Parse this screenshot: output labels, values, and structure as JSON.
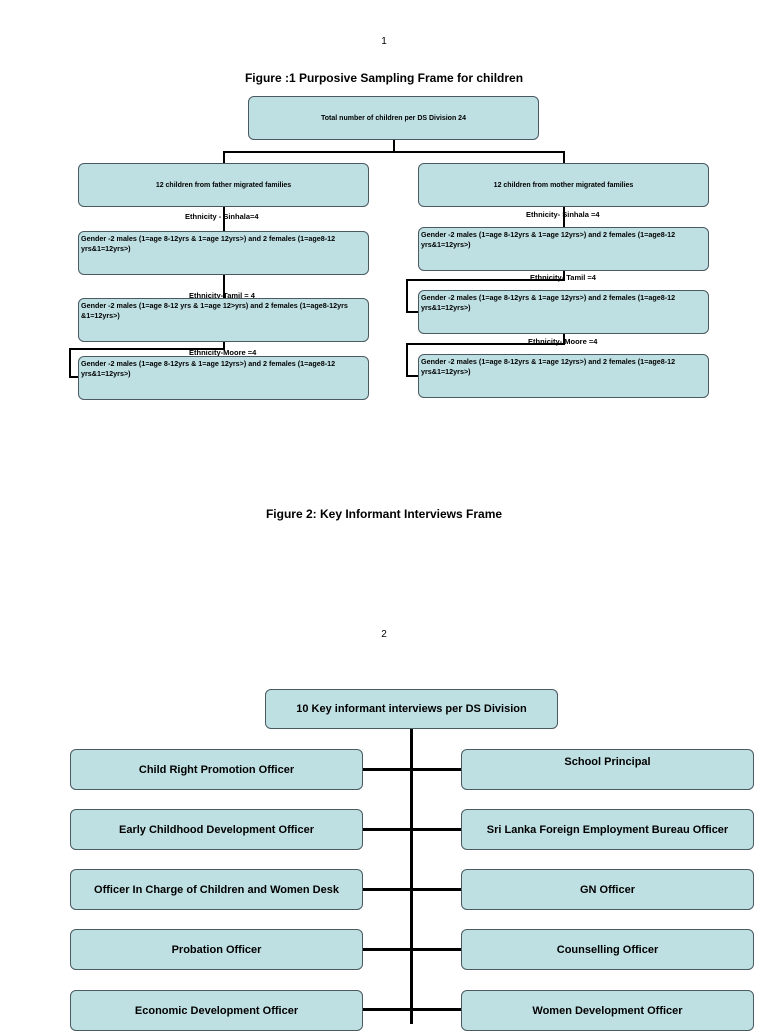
{
  "page1": {
    "number": "1",
    "figure_title": "Figure :1 Purposive Sampling Frame for children",
    "root": "Total number of children per DS Division 24",
    "left": {
      "head": "12 children from father migrated families",
      "groups": [
        {
          "ethnicity": "Ethnicity - Sinhala=4",
          "gender": "Gender -2 males (1=age 8-12yrs & 1=age 12yrs>) and 2 females (1=age8-12 yrs&1=12yrs>)"
        },
        {
          "ethnicity": "Ethnicity-Tamil = 4",
          "gender": "Gender -2 males (1=age 8-12 yrs & 1=age 12>yrs) and 2 females (1=age8-12yrs &1=12yrs>)"
        },
        {
          "ethnicity": "Ethnicity-Moore =4",
          "gender": "Gender -2 males (1=age 8-12yrs & 1=age 12yrs>) and 2 females (1=age8-12 yrs&1=12yrs>)"
        }
      ]
    },
    "right": {
      "head": "12 children from mother migrated families",
      "groups": [
        {
          "ethnicity": "Ethnicity- Sinhala =4",
          "gender": "Gender -2 males (1=age 8-12yrs & 1=age 12yrs>) and 2 females (1=age8-12 yrs&1=12yrs>)"
        },
        {
          "ethnicity": "Ethnicity- Tamil =4",
          "gender": "Gender -2 males (1=age 8-12yrs & 1=age 12yrs>) and 2 females (1=age8-12 yrs&1=12yrs>)"
        },
        {
          "ethnicity": "Ethnicity- Moore =4",
          "gender": "Gender -2 males (1=age 8-12yrs & 1=age 12yrs>) and 2 females (1=age8-12 yrs&1=12yrs>)"
        }
      ]
    },
    "figure2_title": "Figure 2: Key Informant Interviews Frame"
  },
  "page2": {
    "number": "2",
    "root": "10 Key informant interviews per DS Division",
    "left": [
      "Child Right Promotion Officer",
      "Early Childhood Development Officer",
      "Officer In Charge of Children and Women Desk",
      "Probation Officer",
      "Economic Development Officer"
    ],
    "right": [
      "School Principal",
      "Sri Lanka Foreign Employment Bureau Officer",
      "GN Officer",
      "Counselling Officer",
      "Women Development Officer"
    ]
  }
}
